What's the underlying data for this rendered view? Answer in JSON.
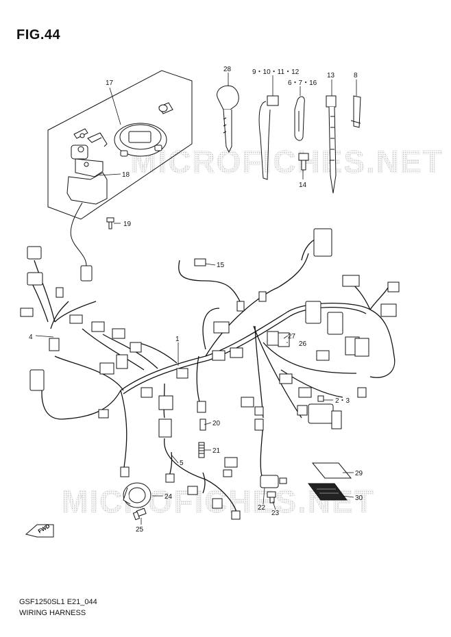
{
  "figure": {
    "title": "FIG.44"
  },
  "footer": {
    "code": "GSF1250SL1 E21_044",
    "name": "WIRING HARNESS"
  },
  "watermark": "MICROFICHES.NET",
  "fwd_arrow_label": "FWD",
  "callouts": {
    "c1": "1",
    "c2_3": "2・3",
    "c4": "4",
    "c5": "5",
    "c6_7_16": "6・7・16",
    "c8": "8",
    "c9_12": "9・10・11・12",
    "c13": "13",
    "c14": "14",
    "c15": "15",
    "c17": "17",
    "c18": "18",
    "c19": "19",
    "c20": "20",
    "c21": "21",
    "c22": "22",
    "c23": "23",
    "c24": "24",
    "c25": "25",
    "c26": "26",
    "c27": "27",
    "c28": "28",
    "c29": "29",
    "c30": "30"
  }
}
